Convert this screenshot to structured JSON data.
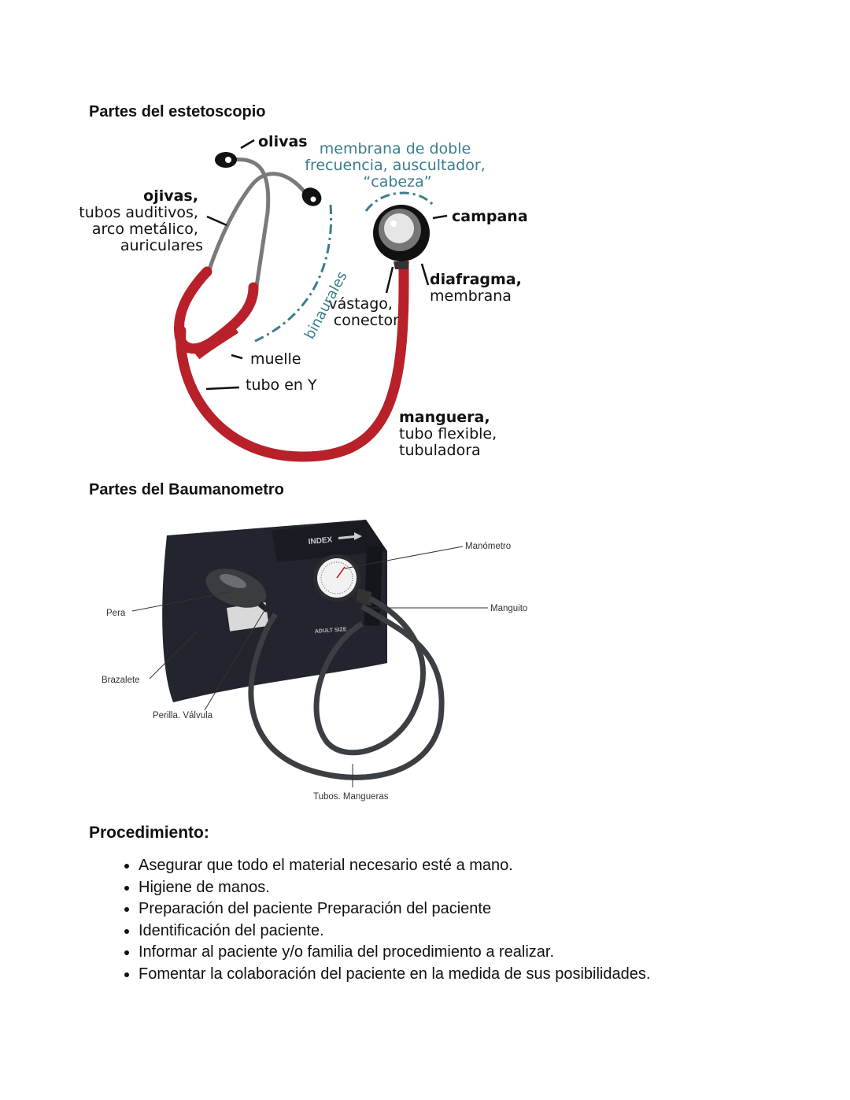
{
  "headings": {
    "stethoscope": "Partes del estetoscopio",
    "sphyg": "Partes del Baumanometro",
    "procedure": "Procedimiento:"
  },
  "stethoscope": {
    "olivas": "olivas",
    "membrana": [
      "membrana de doble",
      "frecuencia, auscultador,",
      "“cabeza”"
    ],
    "ojivas": [
      "ojivas,",
      "tubos auditivos,",
      "arco metálico,",
      "auriculares"
    ],
    "campana": "campana",
    "diafragma": [
      "diafragma,",
      "membrana"
    ],
    "vastago": [
      "vástago,",
      "conector"
    ],
    "binaurales": "binaurales",
    "muelle": "muelle",
    "tubo_y": "tubo en Y",
    "manguera": [
      "manguera,",
      "tubo flexible,",
      "tubuladora"
    ],
    "colors": {
      "tube": "#b8212a",
      "metal": "#7a7a7a",
      "teal": "#3b7d8c"
    }
  },
  "sphyg": {
    "manometro": "Manómetro",
    "manguito": "Manguito",
    "pera": "Pera",
    "brazalete": "Brazalete",
    "perilla": "Perilla.  Válvula",
    "tubos": "Tubos.  Mangueras",
    "index": "INDEX",
    "adult": "ADULT SIZE"
  },
  "procedure": {
    "items": [
      "Asegurar que todo el material necesario esté a mano.",
      "Higiene de manos.",
      "Preparación del paciente Preparación del paciente",
      "Identificación del paciente.",
      "Informar al paciente y/o familia del procedimiento a realizar.",
      "Fomentar la colaboración del paciente en la medida de sus posibilidades."
    ]
  }
}
